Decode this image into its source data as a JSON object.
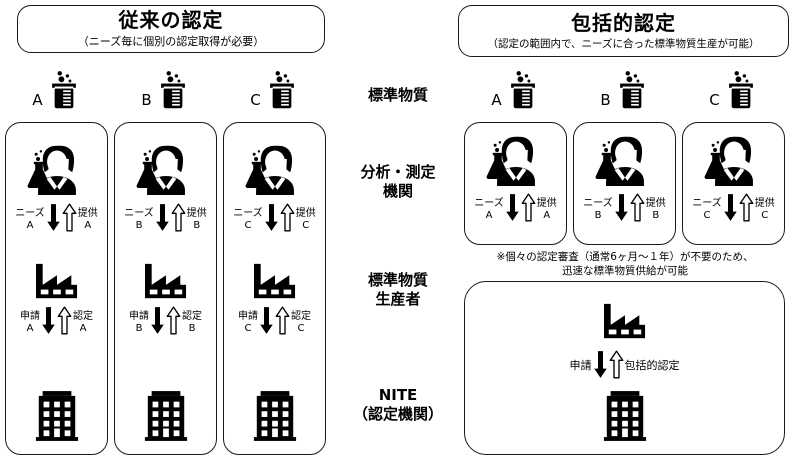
{
  "headers": {
    "left": {
      "title": "従来の認定",
      "subtitle": "（ニーズ毎に個別の認定取得が必要）"
    },
    "right": {
      "title": "包括的認定",
      "subtitle": "（認定の範囲内で、ニーズに合った標準物質生産が可能）"
    }
  },
  "center_labels": {
    "reference_material": "標準物質",
    "analysis_lab": "分析・測定\n機関",
    "analysis_lab_line1": "分析・測定",
    "analysis_lab_line2": "機関",
    "producer_line1": "標準物質",
    "producer_line2": "生産者",
    "nite_line1": "NITE",
    "nite_line2": "（認定機関）"
  },
  "left_flow": {
    "beakers": [
      {
        "letter": "A",
        "icon": "beaker-icon"
      },
      {
        "letter": "B",
        "icon": "beaker-icon"
      },
      {
        "letter": "C",
        "icon": "beaker-icon"
      }
    ],
    "columns": [
      {
        "id": "A",
        "scientist_icon": "scientist-icon",
        "factory_icon": "factory-icon",
        "building_icon": "building-icon",
        "upper_left_label_line1": "ニーズ",
        "upper_left_label_line2": "A",
        "upper_right_label_line1": "提供",
        "upper_right_label_line2": "A",
        "lower_left_label_line1": "申請",
        "lower_left_label_line2": "A",
        "lower_right_label_line1": "認定",
        "lower_right_label_line2": "A"
      },
      {
        "id": "B",
        "scientist_icon": "scientist-icon",
        "factory_icon": "factory-icon",
        "building_icon": "building-icon",
        "upper_left_label_line1": "ニーズ",
        "upper_left_label_line2": "B",
        "upper_right_label_line1": "提供",
        "upper_right_label_line2": "B",
        "lower_left_label_line1": "申請",
        "lower_left_label_line2": "B",
        "lower_right_label_line1": "認定",
        "lower_right_label_line2": "B"
      },
      {
        "id": "C",
        "scientist_icon": "scientist-icon",
        "factory_icon": "factory-icon",
        "building_icon": "building-icon",
        "upper_left_label_line1": "ニーズ",
        "upper_left_label_line2": "C",
        "upper_right_label_line1": "提供",
        "upper_right_label_line2": "C",
        "lower_left_label_line1": "申請",
        "lower_left_label_line2": "C",
        "lower_right_label_line1": "認定",
        "lower_right_label_line2": "C"
      }
    ]
  },
  "right_flow": {
    "beakers": [
      {
        "letter": "A",
        "icon": "beaker-icon"
      },
      {
        "letter": "B",
        "icon": "beaker-icon"
      },
      {
        "letter": "C",
        "icon": "beaker-icon"
      }
    ],
    "columns": [
      {
        "id": "A",
        "scientist_icon": "scientist-icon",
        "upper_left_label_line1": "ニーズ",
        "upper_left_label_line2": "A",
        "upper_right_label_line1": "提供",
        "upper_right_label_line2": "A"
      },
      {
        "id": "B",
        "scientist_icon": "scientist-icon",
        "upper_left_label_line1": "ニーズ",
        "upper_left_label_line2": "B",
        "upper_right_label_line1": "提供",
        "upper_right_label_line2": "B"
      },
      {
        "id": "C",
        "scientist_icon": "scientist-icon",
        "upper_left_label_line1": "ニーズ",
        "upper_left_label_line2": "C",
        "upper_right_label_line1": "提供",
        "upper_right_label_line2": "C"
      }
    ],
    "note_line1": "※個々の認定審査（通常6ヶ月～１年）が不要のため、",
    "note_line2": "迅速な標準物質供給が可能",
    "wide": {
      "factory_icon": "factory-icon",
      "building_icon": "building-icon",
      "left_label": "申請",
      "right_label": "包括的認定"
    }
  },
  "colors": {
    "ink": "#000000",
    "stroke": "#1a1a1a",
    "background": "#ffffff"
  }
}
